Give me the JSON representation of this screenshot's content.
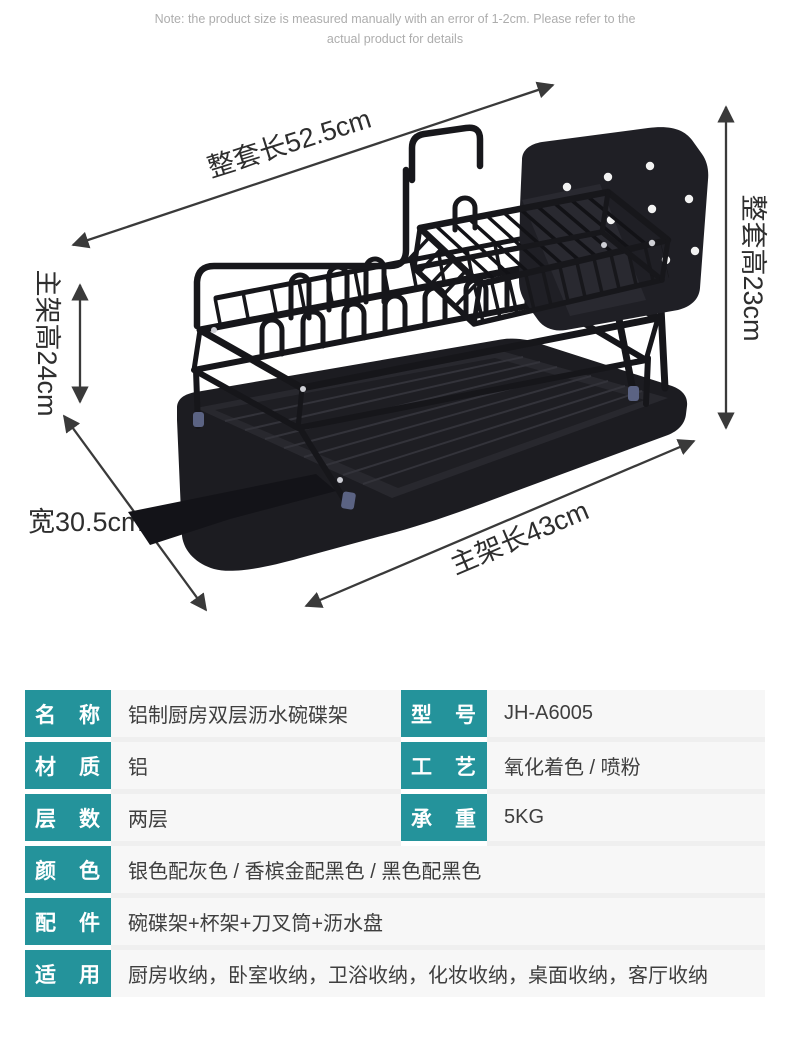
{
  "note": {
    "line1": "Note: the product size is measured manually with an error of 1-2cm. Please refer to the",
    "line2": "actual product for details"
  },
  "dimensions": {
    "total_length": "整套长52.5cm",
    "total_height": "整套高23cm",
    "main_frame_height": "主架高24cm",
    "width": "宽30.5cm",
    "main_frame_length": "主架长43cm"
  },
  "spec_table": {
    "rows": [
      {
        "label": "名　称",
        "value": "铝制厨房双层沥水碗碟架",
        "label2": "型　号",
        "value2": "JH-A6005"
      },
      {
        "label": "材　质",
        "value": "铝",
        "label2": "工　艺",
        "value2": "氧化着色 / 喷粉"
      },
      {
        "label": "层　数",
        "value": "两层",
        "label2": "承　重",
        "value2": "5KG"
      },
      {
        "label": "颜　色",
        "value": "银色配灰色 / 香槟金配黑色 / 黑色配黑色"
      },
      {
        "label": "配　件",
        "value": "碗碟架+杯架+刀叉筒+沥水盘"
      },
      {
        "label": "适　用",
        "value": "厨房收纳，卧室收纳，卫浴收纳，化妆收纳，桌面收纳，客厅收纳"
      }
    ]
  },
  "colors": {
    "accent_teal": "#24939B",
    "dimension_line": "#3a3a3a",
    "product_black": "#1b1b20",
    "foot_band_blue": "#5b6383"
  }
}
